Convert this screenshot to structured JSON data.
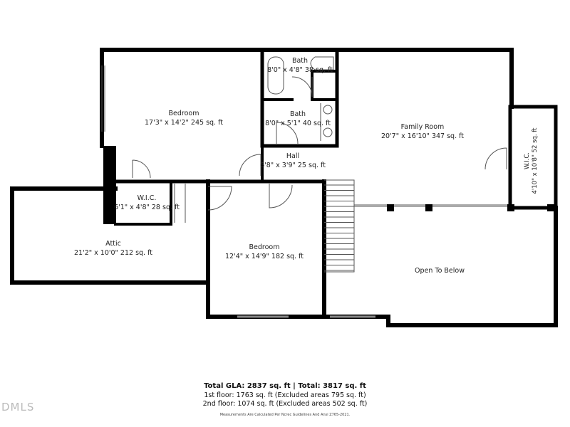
{
  "rooms": [
    {
      "name": "Bedroom",
      "dims": "17'3\" x 14'2\" 245 sq. ft"
    },
    {
      "name": "Bath",
      "dims": "8'0\" x 4'8\" 38 sq. ft"
    },
    {
      "name": "Bath",
      "dims": "8'0\" x 5'1\" 40 sq. ft"
    },
    {
      "name": "Hall",
      "dims": "6'8\" x 3'9\" 25 sq. ft"
    },
    {
      "name": "Family Room",
      "dims": "20'7\" x 16'10\" 347 sq. ft"
    },
    {
      "name": "W.I.C.",
      "dims": "4'10\" x 10'8\" 52 sq. ft"
    },
    {
      "name": "W.I.C.",
      "dims": "6'1\" x 4'8\" 28 sq. ft"
    },
    {
      "name": "Attic",
      "dims": "21'2\" x 10'0\" 212 sq. ft"
    },
    {
      "name": "Bedroom",
      "dims": "12'4\" x 14'9\" 182 sq. ft"
    },
    {
      "name": "Open To Below",
      "dims": ""
    }
  ],
  "summary": {
    "total": "Total GLA: 2837 sq. ft | Total: 3817 sq. ft",
    "first_floor": "1st floor: 1763 sq. ft (Excluded areas 795 sq. ft)",
    "second_floor": "2nd floor: 1074 sq. ft (Excluded areas 502 sq. ft)",
    "note": "Measurements Are Calculated Per Ncrec Guidelines And Ansi Z765-2021."
  },
  "watermark": "DMLS",
  "colors": {
    "wall": "#000000",
    "background": "#ffffff"
  }
}
